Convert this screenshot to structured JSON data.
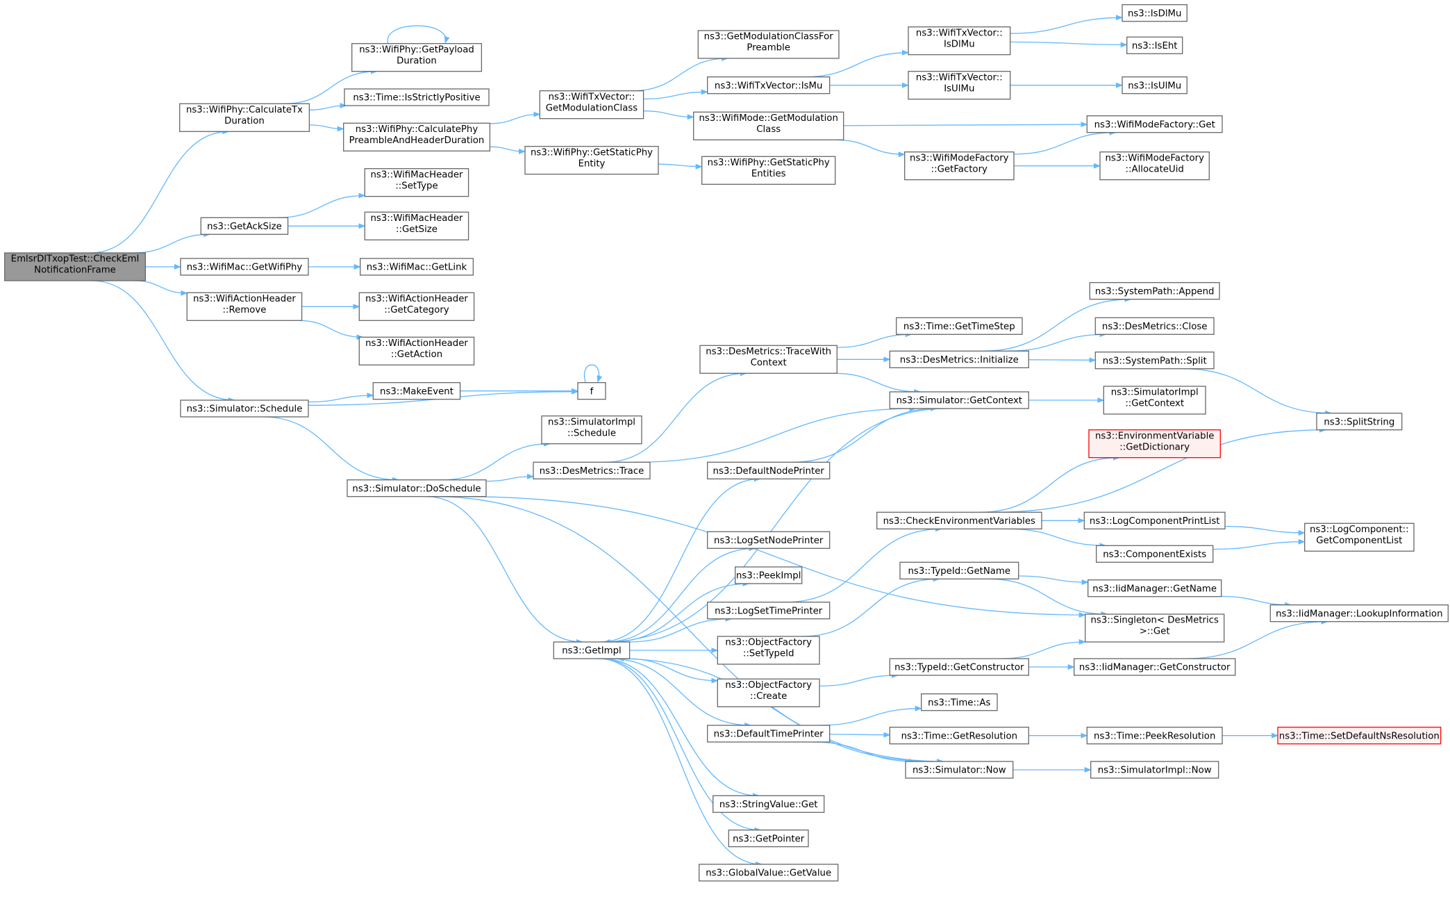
{
  "graph": {
    "colors": {
      "edge": "#63b8ff",
      "node_border": "#666666",
      "root_fill": "#999999",
      "red_border": "#ff0000",
      "red_fill": "#fff0f0"
    },
    "nodes": [
      {
        "id": "root",
        "lines": [
          "EmlsrDlTxopTest::CheckEml",
          "NotificationFrame"
        ],
        "style": "root"
      },
      {
        "id": "calcTx",
        "lines": [
          "ns3::WifiPhy::CalculateTx",
          "Duration"
        ]
      },
      {
        "id": "getAck",
        "lines": [
          "ns3::GetAckSize"
        ]
      },
      {
        "id": "getWifiPhy",
        "lines": [
          "ns3::WifiMac::GetWifiPhy"
        ]
      },
      {
        "id": "actRemove",
        "lines": [
          "ns3::WifiActionHeader",
          "::Remove"
        ]
      },
      {
        "id": "schedule",
        "lines": [
          "ns3::Simulator::Schedule"
        ]
      },
      {
        "id": "getPayload",
        "lines": [
          "ns3::WifiPhy::GetPayload",
          "Duration"
        ]
      },
      {
        "id": "strictPos",
        "lines": [
          "ns3::Time::IsStrictlyPositive"
        ]
      },
      {
        "id": "calcPhy",
        "lines": [
          "ns3::WifiPhy::CalculatePhy",
          "PreambleAndHeaderDuration"
        ]
      },
      {
        "id": "setType",
        "lines": [
          "ns3::WifiMacHeader",
          "::SetType"
        ]
      },
      {
        "id": "getSize",
        "lines": [
          "ns3::WifiMacHeader",
          "::GetSize"
        ]
      },
      {
        "id": "getLink",
        "lines": [
          "ns3::WifiMac::GetLink"
        ]
      },
      {
        "id": "getCategory",
        "lines": [
          "ns3::WifiActionHeader",
          "::GetCategory"
        ]
      },
      {
        "id": "getAction",
        "lines": [
          "ns3::WifiActionHeader",
          "::GetAction"
        ]
      },
      {
        "id": "makeEvent",
        "lines": [
          "ns3::MakeEvent"
        ]
      },
      {
        "id": "f",
        "lines": [
          "f"
        ]
      },
      {
        "id": "doSchedule",
        "lines": [
          "ns3::Simulator::DoSchedule"
        ]
      },
      {
        "id": "txGetMod",
        "lines": [
          "ns3::WifiTxVector::",
          "GetModulationClass"
        ]
      },
      {
        "id": "getStatic",
        "lines": [
          "ns3::WifiPhy::GetStaticPhy",
          "Entity"
        ]
      },
      {
        "id": "getModPre",
        "lines": [
          "ns3::GetModulationClassFor",
          "Preamble"
        ]
      },
      {
        "id": "txIsMu",
        "lines": [
          "ns3::WifiTxVector::IsMu"
        ]
      },
      {
        "id": "modeGetMod",
        "lines": [
          "ns3::WifiMode::GetModulation",
          "Class"
        ]
      },
      {
        "id": "getStatics",
        "lines": [
          "ns3::WifiPhy::GetStaticPhy",
          "Entities"
        ]
      },
      {
        "id": "txIsDlMu",
        "lines": [
          "ns3::WifiTxVector::",
          "IsDlMu"
        ]
      },
      {
        "id": "txIsUlMu",
        "lines": [
          "ns3::WifiTxVector::",
          "IsUlMu"
        ]
      },
      {
        "id": "getFactory",
        "lines": [
          "ns3::WifiModeFactory",
          "::GetFactory"
        ]
      },
      {
        "id": "isDlMu",
        "lines": [
          "ns3::IsDlMu"
        ]
      },
      {
        "id": "isEht",
        "lines": [
          "ns3::IsEht"
        ]
      },
      {
        "id": "isUlMu",
        "lines": [
          "ns3::IsUlMu"
        ]
      },
      {
        "id": "mfGet",
        "lines": [
          "ns3::WifiModeFactory::Get"
        ]
      },
      {
        "id": "allocUid",
        "lines": [
          "ns3::WifiModeFactory",
          "::AllocateUid"
        ]
      },
      {
        "id": "simImplSched",
        "lines": [
          "ns3::SimulatorImpl",
          "::Schedule"
        ]
      },
      {
        "id": "desTrace",
        "lines": [
          "ns3::DesMetrics::Trace"
        ]
      },
      {
        "id": "getImpl",
        "lines": [
          "ns3::GetImpl"
        ]
      },
      {
        "id": "traceCtx",
        "lines": [
          "ns3::DesMetrics::TraceWith",
          "Context"
        ]
      },
      {
        "id": "defNode",
        "lines": [
          "ns3::DefaultNodePrinter"
        ]
      },
      {
        "id": "logSetNode",
        "lines": [
          "ns3::LogSetNodePrinter"
        ]
      },
      {
        "id": "peekImpl",
        "lines": [
          "ns3::PeekImpl"
        ]
      },
      {
        "id": "logSetTime",
        "lines": [
          "ns3::LogSetTimePrinter"
        ]
      },
      {
        "id": "ofSetType",
        "lines": [
          "ns3::ObjectFactory",
          "::SetTypeId"
        ]
      },
      {
        "id": "ofCreate",
        "lines": [
          "ns3::ObjectFactory",
          "::Create"
        ]
      },
      {
        "id": "defTime",
        "lines": [
          "ns3::DefaultTimePrinter"
        ]
      },
      {
        "id": "strGet",
        "lines": [
          "ns3::StringValue::Get"
        ]
      },
      {
        "id": "getPtr",
        "lines": [
          "ns3::GetPointer"
        ]
      },
      {
        "id": "gvGet",
        "lines": [
          "ns3::GlobalValue::GetValue"
        ]
      },
      {
        "id": "timeStep",
        "lines": [
          "ns3::Time::GetTimeStep"
        ]
      },
      {
        "id": "desInit",
        "lines": [
          "ns3::DesMetrics::Initialize"
        ]
      },
      {
        "id": "simGetCtx",
        "lines": [
          "ns3::Simulator::GetContext"
        ]
      },
      {
        "id": "checkEnv",
        "lines": [
          "ns3::CheckEnvironmentVariables"
        ]
      },
      {
        "id": "tidGetName",
        "lines": [
          "ns3::TypeId::GetName"
        ]
      },
      {
        "id": "tidGetCtor",
        "lines": [
          "ns3::TypeId::GetConstructor"
        ]
      },
      {
        "id": "timeAs",
        "lines": [
          "ns3::Time::As"
        ]
      },
      {
        "id": "timeGetRes",
        "lines": [
          "ns3::Time::GetResolution"
        ]
      },
      {
        "id": "simNow",
        "lines": [
          "ns3::Simulator::Now"
        ]
      },
      {
        "id": "spAppend",
        "lines": [
          "ns3::SystemPath::Append"
        ]
      },
      {
        "id": "desClose",
        "lines": [
          "ns3::DesMetrics::Close"
        ]
      },
      {
        "id": "spSplit",
        "lines": [
          "ns3::SystemPath::Split"
        ]
      },
      {
        "id": "simImplCtx",
        "lines": [
          "ns3::SimulatorImpl",
          "::GetContext"
        ]
      },
      {
        "id": "envDict",
        "lines": [
          "ns3::EnvironmentVariable",
          "::GetDictionary"
        ],
        "style": "red"
      },
      {
        "id": "logPrintList",
        "lines": [
          "ns3::LogComponentPrintList"
        ]
      },
      {
        "id": "compExists",
        "lines": [
          "ns3::ComponentExists"
        ]
      },
      {
        "id": "iidGetName",
        "lines": [
          "ns3::IidManager::GetName"
        ]
      },
      {
        "id": "singleton",
        "lines": [
          "ns3::Singleton< DesMetrics",
          ">::Get"
        ]
      },
      {
        "id": "iidGetCtor",
        "lines": [
          "ns3::IidManager::GetConstructor"
        ]
      },
      {
        "id": "peekRes",
        "lines": [
          "ns3::Time::PeekResolution"
        ]
      },
      {
        "id": "simImplNow",
        "lines": [
          "ns3::SimulatorImpl::Now"
        ]
      },
      {
        "id": "splitString",
        "lines": [
          "ns3::SplitString"
        ]
      },
      {
        "id": "logCompList",
        "lines": [
          "ns3::LogComponent::",
          "GetComponentList"
        ]
      },
      {
        "id": "iidLookup",
        "lines": [
          "ns3::IidManager::LookupInformation"
        ]
      },
      {
        "id": "setDefNs",
        "lines": [
          "ns3::Time::SetDefaultNsResolution"
        ],
        "style": "red"
      }
    ],
    "edges": [
      [
        "root",
        "calcTx"
      ],
      [
        "root",
        "getAck"
      ],
      [
        "root",
        "getWifiPhy"
      ],
      [
        "root",
        "actRemove"
      ],
      [
        "root",
        "schedule"
      ],
      [
        "calcTx",
        "getPayload"
      ],
      [
        "calcTx",
        "strictPos"
      ],
      [
        "calcTx",
        "calcPhy"
      ],
      [
        "getPayload",
        "getPayload"
      ],
      [
        "getAck",
        "setType"
      ],
      [
        "getAck",
        "getSize"
      ],
      [
        "getWifiPhy",
        "getLink"
      ],
      [
        "actRemove",
        "getCategory"
      ],
      [
        "actRemove",
        "getAction"
      ],
      [
        "schedule",
        "makeEvent"
      ],
      [
        "schedule",
        "f"
      ],
      [
        "schedule",
        "doSchedule"
      ],
      [
        "makeEvent",
        "f"
      ],
      [
        "f",
        "f"
      ],
      [
        "calcPhy",
        "txGetMod"
      ],
      [
        "calcPhy",
        "getStatic"
      ],
      [
        "txGetMod",
        "getModPre"
      ],
      [
        "txGetMod",
        "txIsMu"
      ],
      [
        "txGetMod",
        "modeGetMod"
      ],
      [
        "getStatic",
        "getStatics"
      ],
      [
        "txIsMu",
        "txIsDlMu"
      ],
      [
        "txIsMu",
        "txIsUlMu"
      ],
      [
        "txIsDlMu",
        "isDlMu"
      ],
      [
        "txIsDlMu",
        "isEht"
      ],
      [
        "txIsUlMu",
        "isUlMu"
      ],
      [
        "modeGetMod",
        "mfGet"
      ],
      [
        "modeGetMod",
        "getFactory"
      ],
      [
        "getFactory",
        "mfGet"
      ],
      [
        "getFactory",
        "allocUid"
      ],
      [
        "doSchedule",
        "simImplSched"
      ],
      [
        "doSchedule",
        "desTrace"
      ],
      [
        "doSchedule",
        "getImpl"
      ],
      [
        "doSchedule",
        "singleton"
      ],
      [
        "doSchedule",
        "simNow"
      ],
      [
        "desTrace",
        "traceCtx"
      ],
      [
        "desTrace",
        "simGetCtx"
      ],
      [
        "traceCtx",
        "timeStep"
      ],
      [
        "traceCtx",
        "desInit"
      ],
      [
        "traceCtx",
        "simGetCtx"
      ],
      [
        "desInit",
        "spAppend"
      ],
      [
        "desInit",
        "desClose"
      ],
      [
        "desInit",
        "spSplit"
      ],
      [
        "spSplit",
        "splitString"
      ],
      [
        "simGetCtx",
        "getImpl"
      ],
      [
        "simGetCtx",
        "simImplCtx"
      ],
      [
        "getImpl",
        "defNode"
      ],
      [
        "getImpl",
        "logSetNode"
      ],
      [
        "getImpl",
        "peekImpl"
      ],
      [
        "getImpl",
        "logSetTime"
      ],
      [
        "getImpl",
        "ofSetType"
      ],
      [
        "getImpl",
        "ofCreate"
      ],
      [
        "getImpl",
        "defTime"
      ],
      [
        "getImpl",
        "strGet"
      ],
      [
        "getImpl",
        "getPtr"
      ],
      [
        "getImpl",
        "gvGet"
      ],
      [
        "defNode",
        "simGetCtx"
      ],
      [
        "logSetTime",
        "checkEnv"
      ],
      [
        "checkEnv",
        "envDict"
      ],
      [
        "checkEnv",
        "splitString"
      ],
      [
        "checkEnv",
        "logPrintList"
      ],
      [
        "checkEnv",
        "compExists"
      ],
      [
        "logPrintList",
        "logCompList"
      ],
      [
        "compExists",
        "logCompList"
      ],
      [
        "ofSetType",
        "tidGetName"
      ],
      [
        "tidGetName",
        "iidGetName"
      ],
      [
        "tidGetName",
        "singleton"
      ],
      [
        "iidGetName",
        "iidLookup"
      ],
      [
        "ofCreate",
        "tidGetCtor"
      ],
      [
        "tidGetCtor",
        "singleton"
      ],
      [
        "tidGetCtor",
        "iidGetCtor"
      ],
      [
        "iidGetCtor",
        "iidLookup"
      ],
      [
        "defTime",
        "timeAs"
      ],
      [
        "defTime",
        "timeGetRes"
      ],
      [
        "defTime",
        "simNow"
      ],
      [
        "timeGetRes",
        "peekRes"
      ],
      [
        "peekRes",
        "setDefNs"
      ],
      [
        "simNow",
        "getImpl"
      ],
      [
        "simNow",
        "simImplNow"
      ]
    ]
  }
}
